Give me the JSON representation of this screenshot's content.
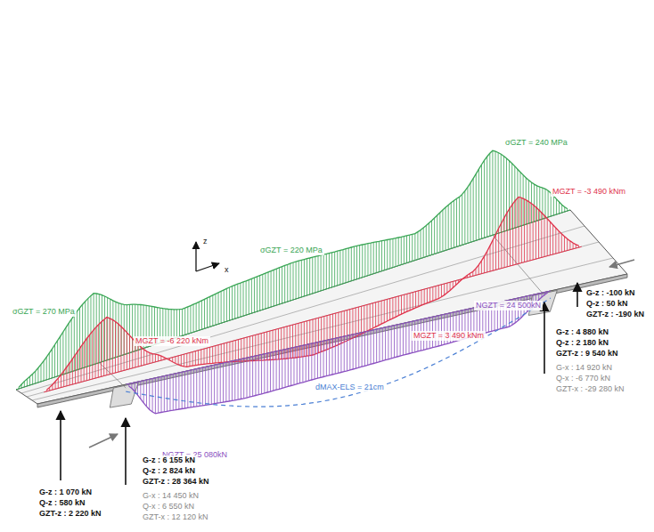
{
  "diagram": {
    "labels": [
      "z",
      "x",
      "σGZT = 240 MPa",
      "MGZT = -3 490 kNm",
      "σGZT = 220 MPa",
      "σGZT = 270 MPa",
      "NGZT = 24 500kN",
      "MGZT = 3 490 kNm",
      "MGZT = -6 220 kNm",
      "dMAX-ELS = 21cm",
      "NGZT = 25 080kN",
      "G-z : -100 kN",
      "Q-z : 50 kN",
      "GZT-z : -190 kN",
      "G-z : 4 880 kN",
      "Q-z : 2 180 kN",
      "GZT-z : 9 540 kN",
      "G-x : 14 920 kN",
      "Q-x : -6 770 kN",
      "GZT-x : -29 280 kN",
      "G-z : 6 155 kN",
      "Q-z : 2 824 kN",
      "GZT-z : 28 364 kN",
      "G-x : 14 450 kN",
      "Q-x : 6 550 kN",
      "GZT-x : 12 120 kN",
      "G-z : 1 070 kN",
      "Q-z : 580 kN",
      "GZT-z : 2 220 kN"
    ]
  }
}
